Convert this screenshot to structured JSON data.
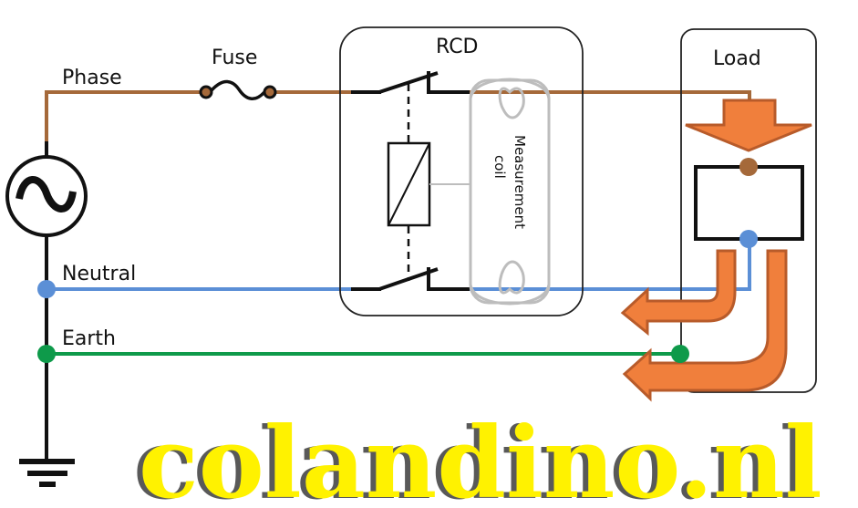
{
  "diagram": {
    "title": "RCD circuit with residual current to earth",
    "labels": {
      "phase": "Phase",
      "fuse": "Fuse",
      "neutral": "Neutral",
      "earth": "Earth",
      "rcd": "RCD",
      "measurement_coil_line1": "Measurement",
      "measurement_coil_line2": "coil",
      "load": "Load"
    },
    "wires": [
      {
        "name": "phase",
        "color": "#A5693A"
      },
      {
        "name": "neutral",
        "color": "#5B8FD6"
      },
      {
        "name": "earth",
        "color": "#0E9A4A"
      }
    ],
    "current_arrow_color": "#F07F3C",
    "current_arrow_outline": "#B85B2A",
    "components": [
      "AC source",
      "Fuse",
      "RCD switch (phase)",
      "RCD switch (neutral)",
      "Trip relay",
      "Measurement coil",
      "Load",
      "Earth ground"
    ],
    "watermark": "colandino.nl",
    "watermark_color": "#FFF200"
  }
}
